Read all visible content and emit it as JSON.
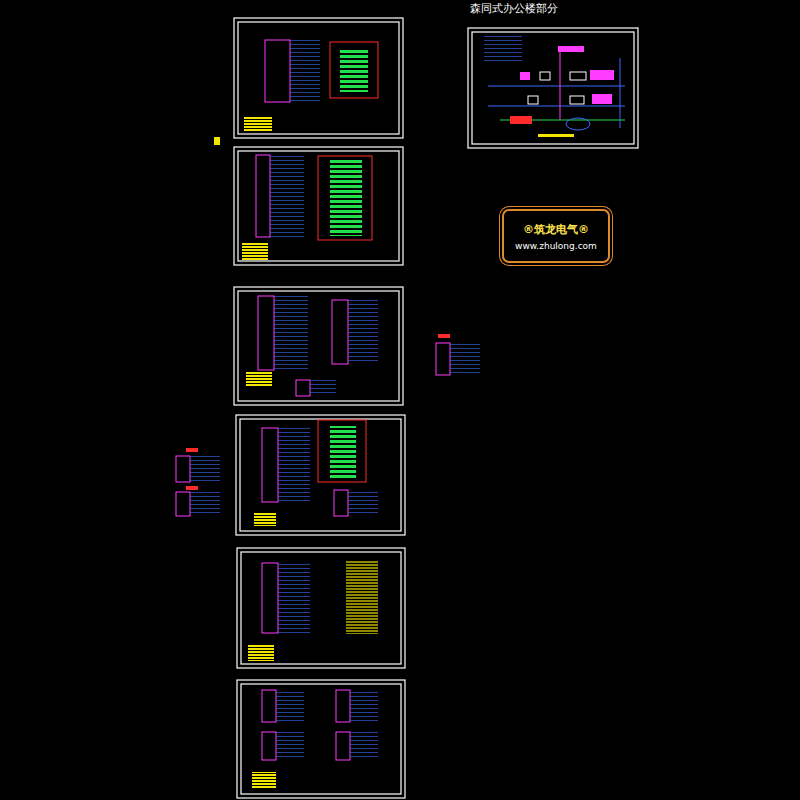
{
  "diagram": {
    "title": "森同式办公楼部分",
    "nodes": [
      {
        "text": [
          "®筑龙电气®",
          "www.zhulong.com"
        ]
      }
    ]
  }
}
